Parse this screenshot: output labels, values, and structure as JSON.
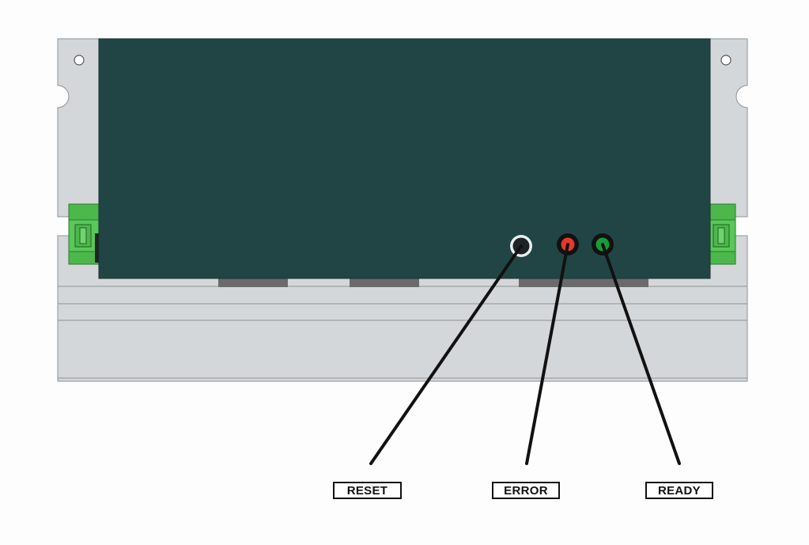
{
  "diagram": {
    "labels": {
      "reset": "RESET",
      "error": "ERROR",
      "ready": "READY"
    },
    "colors": {
      "panel": "#214545",
      "chassis": "#d4d7d9",
      "chassis_outline": "#8f9396",
      "connector": "#4cb84c",
      "reset_button": "#1c2226",
      "error_led": "#e53a2a",
      "ready_led": "#1a9a3a",
      "leader_line": "#111111"
    },
    "indicators": [
      {
        "id": "reset",
        "type": "button",
        "icon": "reset-button-icon"
      },
      {
        "id": "error",
        "type": "led",
        "icon": "error-led-icon"
      },
      {
        "id": "ready",
        "type": "led",
        "icon": "ready-led-icon"
      }
    ]
  }
}
